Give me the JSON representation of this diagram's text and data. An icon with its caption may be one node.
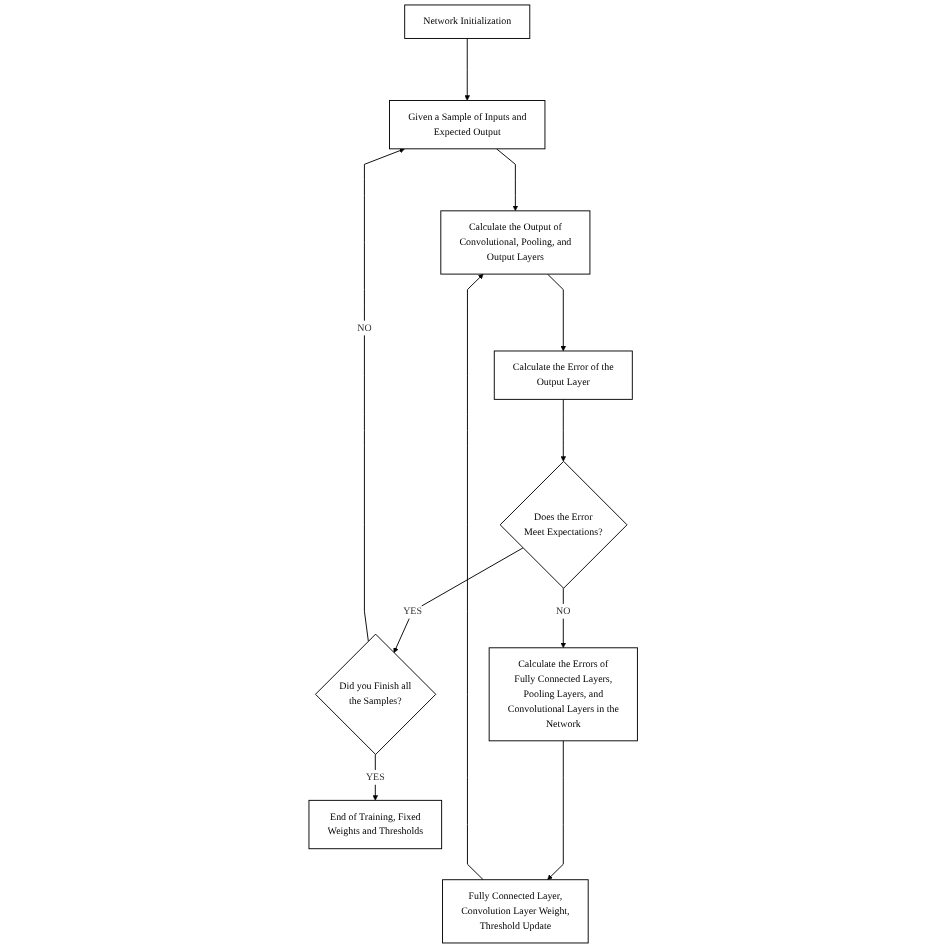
{
  "diagram": {
    "nodes": [
      {
        "text": [
          "Network Initialization"
        ]
      },
      {
        "text": [
          "Given a Sample of Inputs and Expected Output"
        ]
      },
      {
        "text": [
          "Calculate the Output of Convolutional, Pooling, and Output Layers"
        ]
      },
      {
        "text": [
          "Calculate the Error of the Output Layer"
        ]
      },
      {
        "text": [
          "Does the Error Meet Expectations?"
        ]
      },
      {
        "text": [
          "Did you Finish all the Samples?"
        ]
      },
      {
        "text": [
          "End of Training, Fixed Weights and Thresholds"
        ]
      },
      {
        "text": [
          "Calculate the Errors of Fully Connected Layers, Pooling Layers, and Convolutional Layers in the Network"
        ]
      },
      {
        "text": [
          "Fully Connected Layer, Convolution Layer Weight, Threshold Update"
        ]
      }
    ],
    "edges": [
      {
        "from": 0,
        "to": 1,
        "arrow": "to"
      },
      {
        "from": 1,
        "to": 2,
        "arrow": "to"
      },
      {
        "from": 2,
        "to": 3,
        "arrow": "to"
      },
      {
        "from": 3,
        "to": 4,
        "arrow": "to"
      },
      {
        "from": 4,
        "to": 5,
        "arrow": "to",
        "label": "YES"
      },
      {
        "from": 5,
        "to": 6,
        "arrow": "to",
        "label": "YES"
      },
      {
        "from": 5,
        "to": 1,
        "arrow": "to",
        "label": "NO"
      },
      {
        "from": 4,
        "to": 7,
        "arrow": "to",
        "label": "NO"
      },
      {
        "from": 7,
        "to": 8,
        "arrow": "to"
      },
      {
        "from": 8,
        "to": 2,
        "arrow": "to"
      }
    ]
  }
}
